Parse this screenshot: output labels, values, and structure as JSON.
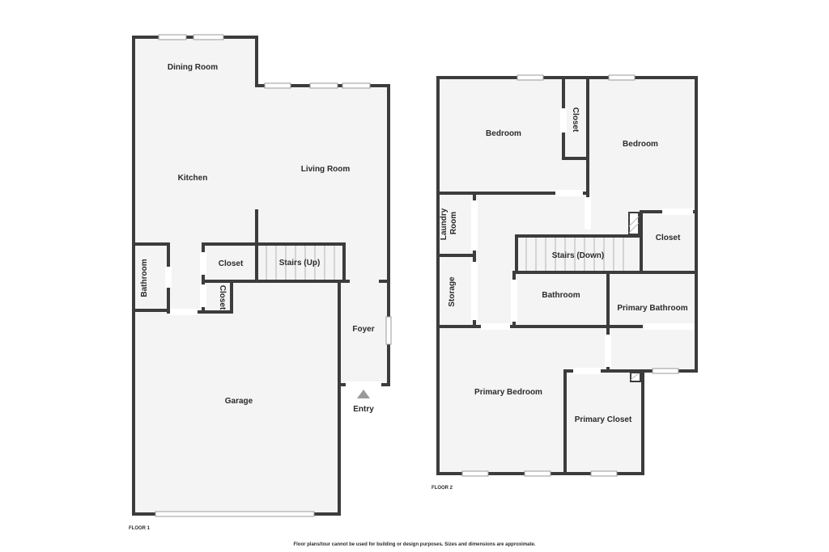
{
  "floor1": {
    "label": "FLOOR 1",
    "rooms": {
      "dining_room": "Dining Room",
      "kitchen": "Kitchen",
      "living_room": "Living Room",
      "closet_a": "Closet",
      "stairs": "Stairs (Up)",
      "bathroom": "Bathroom",
      "closet_b": "Closet",
      "foyer": "Foyer",
      "garage": "Garage",
      "entry": "Entry"
    }
  },
  "floor2": {
    "label": "FLOOR 2",
    "rooms": {
      "bedroom_1": "Bedroom",
      "closet_1": "Closet",
      "bedroom_2": "Bedroom",
      "laundry": "Laundry Room",
      "closet_2": "Closet",
      "stairs": "Stairs (Down)",
      "storage": "Storage",
      "bathroom": "Bathroom",
      "primary_bathroom": "Primary Bathroom",
      "primary_bedroom": "Primary Bedroom",
      "primary_closet": "Primary Closet"
    }
  },
  "disclaimer": "Floor plans/tour cannot be used for building or design purposes. Sizes and dimensions are approximate.",
  "colors": {
    "wall": "#3c3c3c",
    "room_fill": "#f4f4f4",
    "background": "#ffffff"
  }
}
